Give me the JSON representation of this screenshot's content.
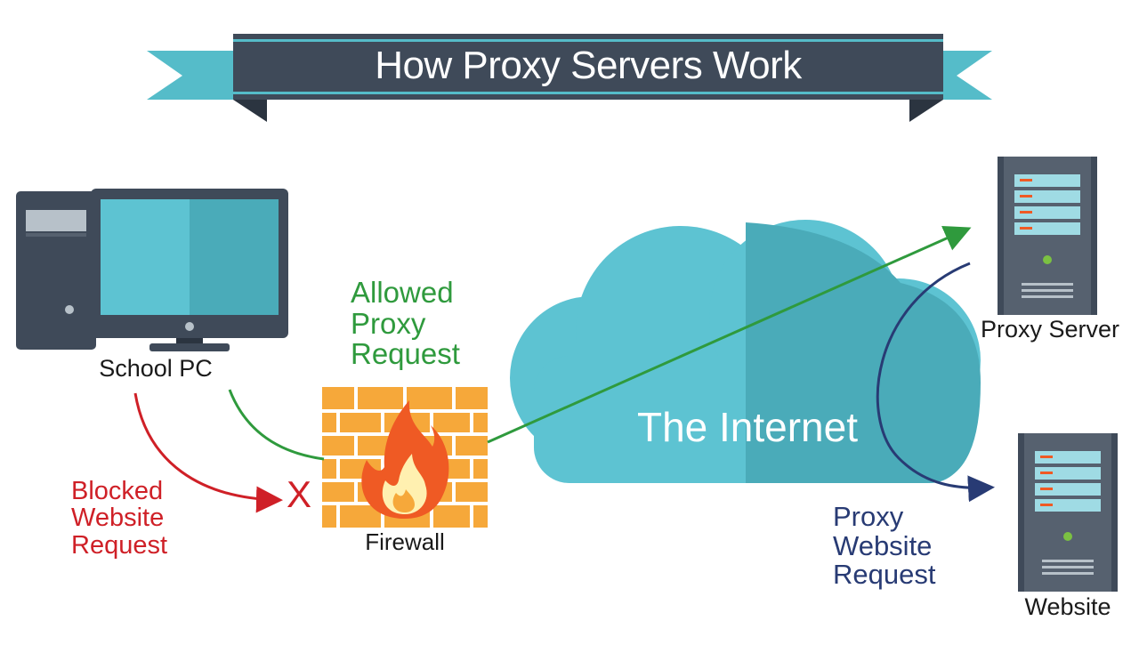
{
  "title": "How Proxy Servers Work",
  "nodes": {
    "school_pc": "School PC",
    "firewall": "Firewall",
    "internet": "The Internet",
    "proxy_server": "Proxy Server",
    "website": "Website"
  },
  "flows": {
    "allowed": [
      "Allowed",
      "Proxy",
      "Request"
    ],
    "blocked": [
      "Blocked",
      "Website",
      "Request"
    ],
    "proxy_website": [
      "Proxy",
      "Website",
      "Request"
    ],
    "blocked_mark": "X"
  },
  "colors": {
    "banner": "#3f4a59",
    "banner_tail": "#55bcc9",
    "cloud_light": "#5dc3d2",
    "cloud_dark": "#4aabb9",
    "allowed": "#2f9a3d",
    "blocked": "#cf2027",
    "proxy_website": "#283b74",
    "brick": "#f6a83a",
    "flame": "#ef5a24",
    "device_dark": "#3f4a59"
  }
}
